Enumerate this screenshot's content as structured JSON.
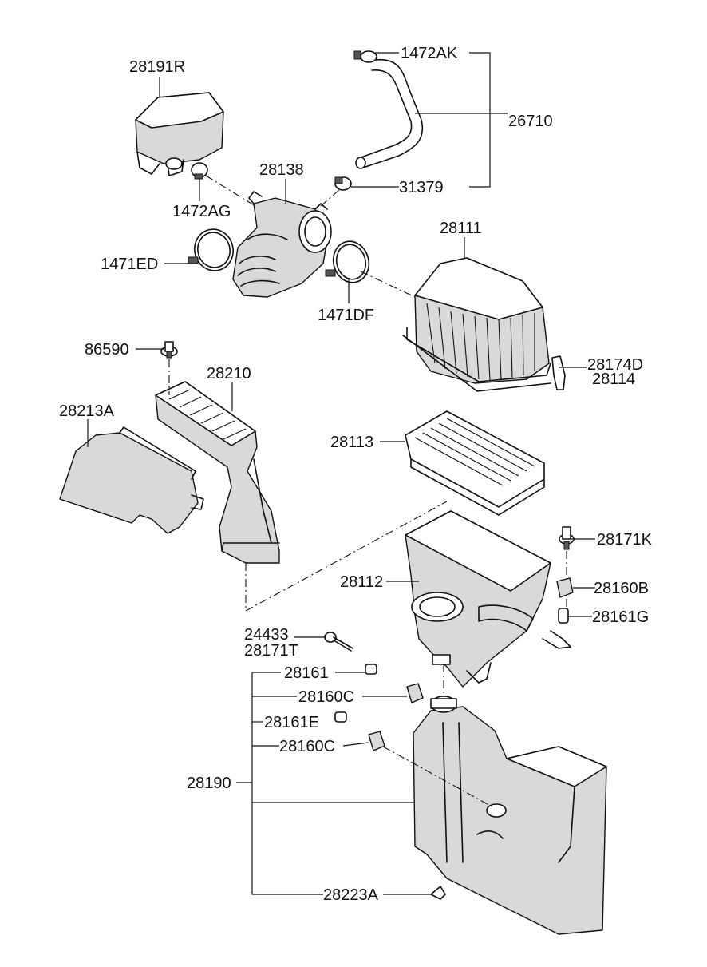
{
  "labels": {
    "p28191R": "28191R",
    "p1472AK": "1472AK",
    "p26710": "26710",
    "p28138": "28138",
    "p31379": "31379",
    "p1472AG": "1472AG",
    "p28111": "28111",
    "p1471ED": "1471ED",
    "p1471DF": "1471DF",
    "p86590": "86590",
    "p28210": "28210",
    "p28174D": "28174D",
    "p28114": "28114",
    "p28213A": "28213A",
    "p28113": "28113",
    "p28171K": "28171K",
    "p28112": "28112",
    "p28160B": "28160B",
    "p28161G": "28161G",
    "p24433": "24433",
    "p28171T": "28171T",
    "p28161": "28161",
    "p28160C_1": "28160C",
    "p28161E": "28161E",
    "p28160C_2": "28160C",
    "p28190": "28190",
    "p28223A": "28223A"
  }
}
